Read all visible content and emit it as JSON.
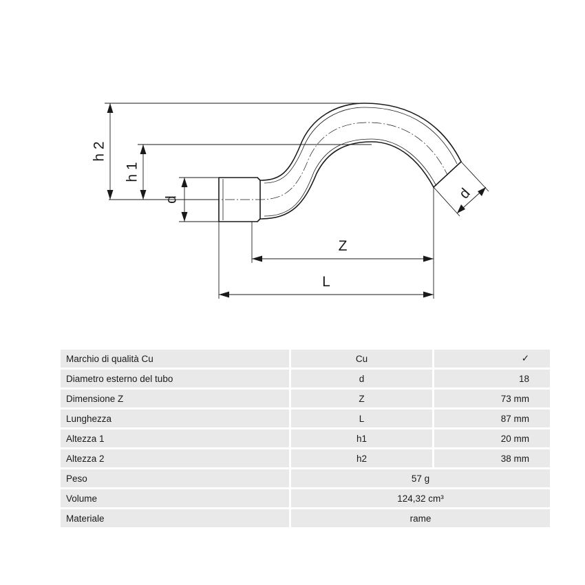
{
  "drawing": {
    "labels": {
      "h2": "h 2",
      "h1": "h 1",
      "d_left": "d",
      "d_right": "d",
      "z": "Z",
      "l": "L"
    }
  },
  "table": {
    "rows": [
      {
        "label": "Marchio di qualità Cu",
        "symbol": "Cu",
        "value": "✓"
      },
      {
        "label": "Diametro esterno del tubo",
        "symbol": "d",
        "value": "18"
      },
      {
        "label": "Dimensione Z",
        "symbol": "Z",
        "value": "73 mm"
      },
      {
        "label": "Lunghezza",
        "symbol": "L",
        "value": "87 mm"
      },
      {
        "label": "Altezza 1",
        "symbol": "h1",
        "value": "20 mm"
      },
      {
        "label": "Altezza 2",
        "symbol": "h2",
        "value": "38 mm"
      }
    ],
    "wide_rows": [
      {
        "label": "Peso",
        "value": "57 g"
      },
      {
        "label": "Volume",
        "value": "124,32 cm³"
      },
      {
        "label": "Materiale",
        "value": "rame"
      }
    ]
  }
}
